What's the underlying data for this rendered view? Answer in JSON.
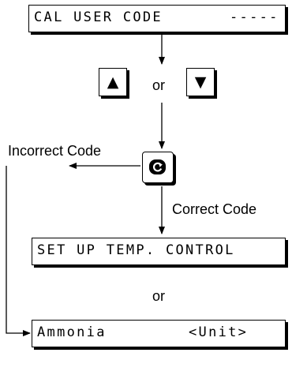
{
  "screens": {
    "cal_user_code": {
      "label": "CAL USER CODE",
      "value": "-----"
    },
    "set_up_temp_control": {
      "label": "SET UP TEMP. CONTROL"
    },
    "ammonia": {
      "label": "Ammonia",
      "unit": "<Unit>"
    }
  },
  "keys": {
    "up": {
      "glyph": "▲",
      "icon": "up-arrow-icon"
    },
    "down": {
      "glyph": "▼",
      "icon": "down-arrow-icon"
    },
    "enter": {
      "icon": "enter-rotate-icon"
    }
  },
  "labels": {
    "or_keys": "or",
    "incorrect_code": "Incorrect Code",
    "correct_code": "Correct Code",
    "or_screens": "or"
  }
}
